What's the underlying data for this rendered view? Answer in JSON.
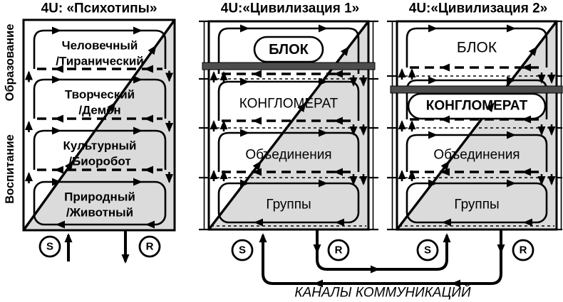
{
  "colors": {
    "shade": "#dbdbdb",
    "barrier_bar": "#4d4d4d",
    "ink": "#000000",
    "paper": "#ffffff"
  },
  "axis": {
    "top_label": "Образование",
    "bottom_label": "Воспитание"
  },
  "channels": {
    "label": "КАНАЛЫ КОММУНИКАЦИЙ"
  },
  "panels": [
    {
      "title": "4U: «Психотипы»",
      "source": "S",
      "receiver": "R",
      "levels": [
        {
          "line1": "Человечный",
          "line2": "/Тиранический"
        },
        {
          "line1": "Творческий",
          "line2": "/Демон"
        },
        {
          "line1": "Культурный",
          "line2": "/Биоробот"
        },
        {
          "line1": "Природный",
          "line2": "/Животный"
        }
      ]
    },
    {
      "title": "4U:«Цивилизация 1»",
      "source": "S",
      "receiver": "R",
      "highlighted_level": "БЛОК",
      "barrier": "below БЛОК",
      "levels": [
        {
          "label": "БЛОК"
        },
        {
          "label": "КОНГЛОМЕРАТ"
        },
        {
          "label": "Объединения"
        },
        {
          "label": "Группы"
        }
      ]
    },
    {
      "title": "4U:«Цивилизация 2»",
      "source": "S",
      "receiver": "R",
      "highlighted_level": "КОНГЛОМЕРАТ",
      "barrier": "above КОНГЛОМЕРАТ",
      "levels": [
        {
          "label": "БЛОК"
        },
        {
          "label": "КОНГЛОМЕРАТ"
        },
        {
          "label": "Объединения"
        },
        {
          "label": "Группы"
        }
      ]
    }
  ]
}
